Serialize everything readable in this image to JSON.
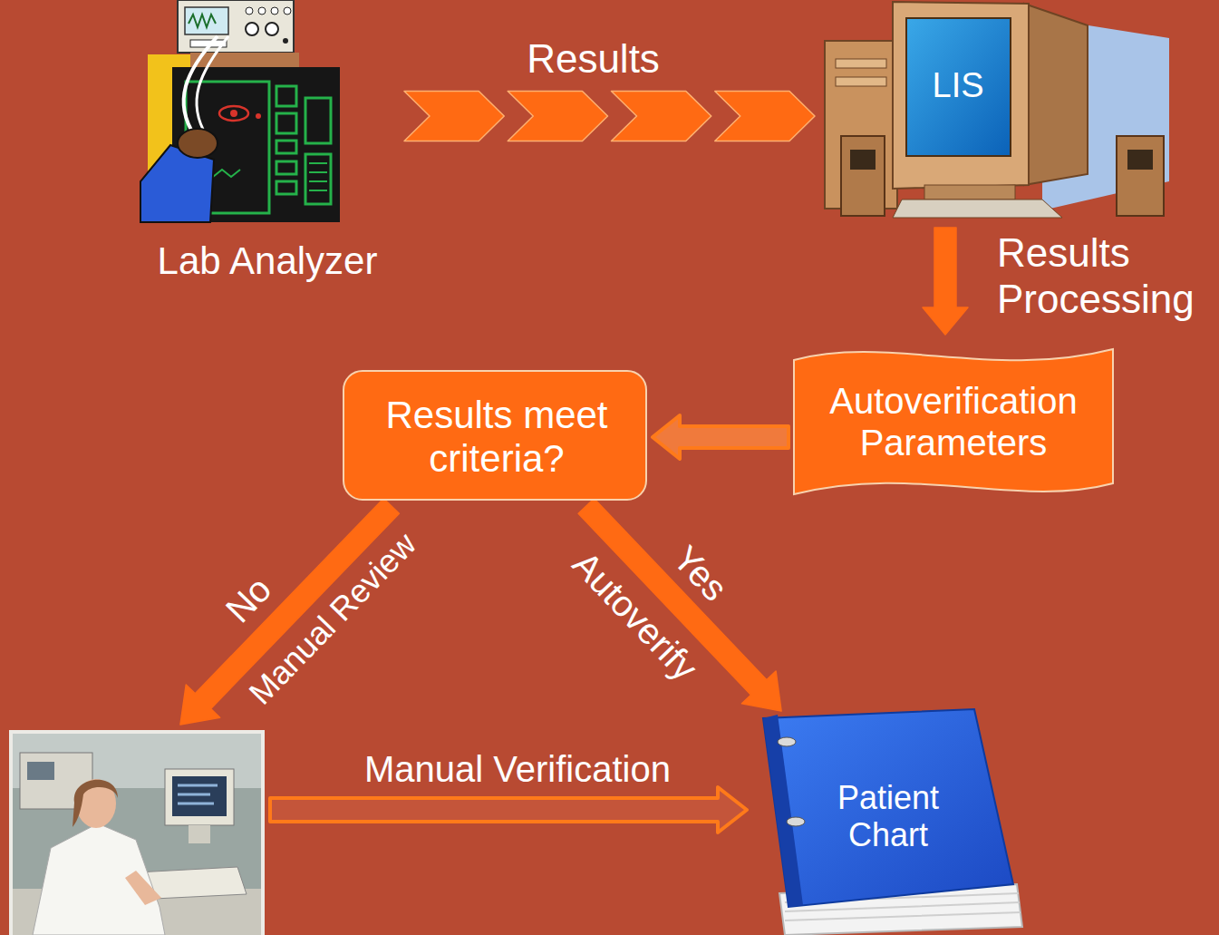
{
  "diagram": {
    "nodes": [
      {
        "text": [
          "Lab Analyzer"
        ]
      },
      {
        "text": [
          "LIS"
        ]
      },
      {
        "text": [
          "Results meet criteria?"
        ]
      },
      {
        "text": [
          "Autoverification Parameters"
        ]
      },
      {
        "text": []
      },
      {
        "text": [
          "Patient Chart"
        ]
      }
    ],
    "edges": [
      {
        "from": 0,
        "to": 1,
        "arrow": "to",
        "label": "Results"
      },
      {
        "from": 1,
        "to": 3,
        "arrow": "to",
        "label": "Results Processing"
      },
      {
        "from": 3,
        "to": 2,
        "arrow": "to"
      },
      {
        "from": 2,
        "to": 4,
        "arrow": "to",
        "label": "No"
      },
      {
        "from": 2,
        "to": 5,
        "arrow": "to",
        "label": "Yes"
      },
      {
        "from": 4,
        "to": 5,
        "arrow": "to",
        "label": "Manual Verification"
      }
    ],
    "labels": [
      "Manual Review",
      "Autoverify"
    ]
  }
}
